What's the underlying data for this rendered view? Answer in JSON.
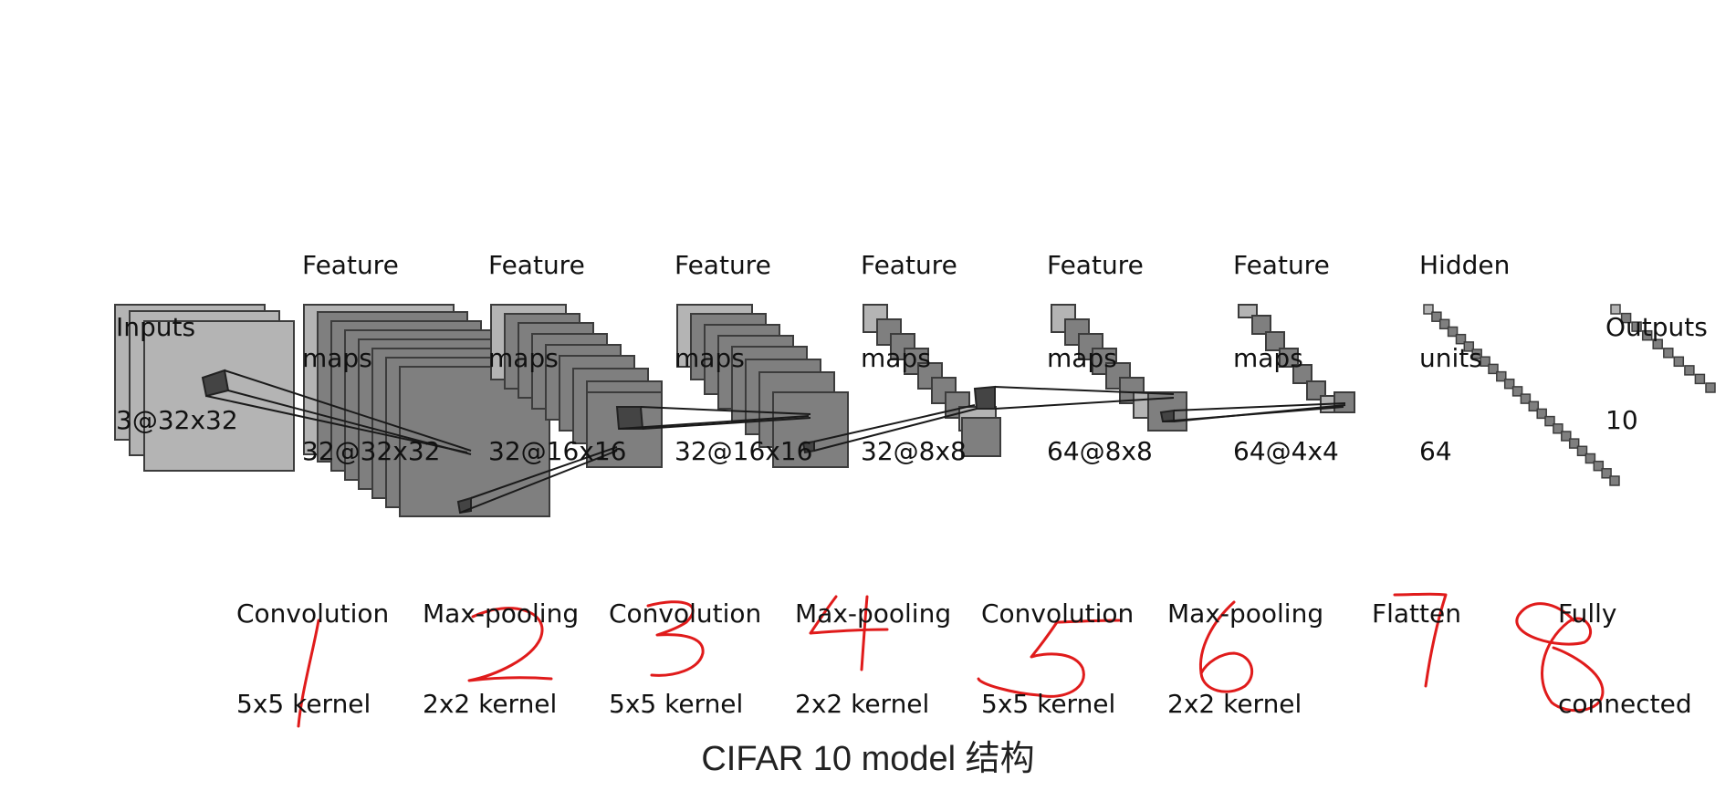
{
  "diagram": {
    "stages": [
      {
        "line1": "",
        "line2": "Inputs",
        "line3": "3@32x32"
      },
      {
        "line1": "Feature",
        "line2": "maps",
        "line3": "32@32x32"
      },
      {
        "line1": "Feature",
        "line2": "maps",
        "line3": "32@16x16"
      },
      {
        "line1": "Feature",
        "line2": "maps",
        "line3": "32@16x16"
      },
      {
        "line1": "Feature",
        "line2": "maps",
        "line3": "32@8x8"
      },
      {
        "line1": "Feature",
        "line2": "maps",
        "line3": "64@8x8"
      },
      {
        "line1": "Feature",
        "line2": "maps",
        "line3": "64@4x4"
      },
      {
        "line1": "Hidden",
        "line2": "units",
        "line3": "64"
      },
      {
        "line1": "",
        "line2": "Outputs",
        "line3": "10"
      }
    ],
    "operations": [
      {
        "line1": "Convolution",
        "line2": "5x5 kernel",
        "number": "1"
      },
      {
        "line1": "Max-pooling",
        "line2": "2x2 kernel",
        "number": "2"
      },
      {
        "line1": "Convolution",
        "line2": "5x5 kernel",
        "number": "3"
      },
      {
        "line1": "Max-pooling",
        "line2": "2x2 kernel",
        "number": "4"
      },
      {
        "line1": "Convolution",
        "line2": "5x5 kernel",
        "number": "5"
      },
      {
        "line1": "Max-pooling",
        "line2": "2x2 kernel",
        "number": "6"
      },
      {
        "line1": "Flatten",
        "line2": "",
        "number": "7"
      },
      {
        "line1": "Fully",
        "line2": "connected",
        "number": "8"
      }
    ],
    "caption": "CIFAR 10 model 结构",
    "colors": {
      "map_fill_light": "#b4b4b4",
      "map_fill_dark": "#7f7f7f",
      "map_stroke": "#3c3c3c",
      "annotation": "#e01b1b"
    }
  }
}
